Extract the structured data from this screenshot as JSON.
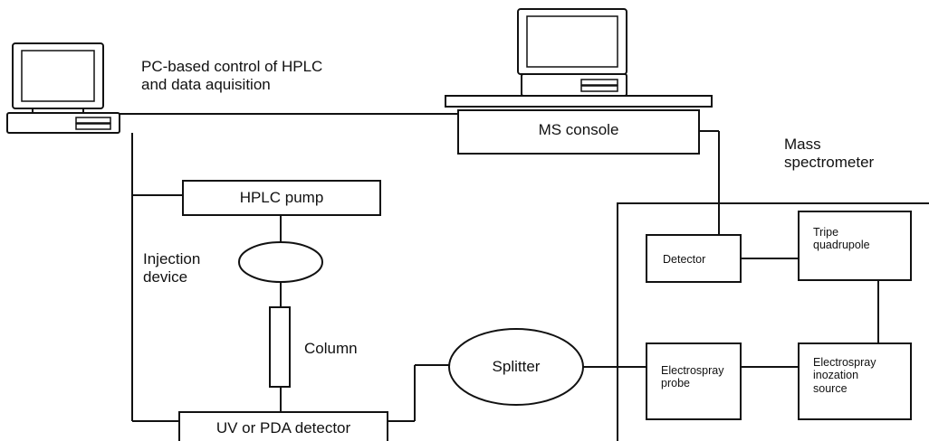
{
  "pc": {
    "caption": "PC-based control of HPLC\nand data aquisition"
  },
  "ms_console": {
    "label": "MS console"
  },
  "mass_spectrometer": {
    "label": "Mass\nspectrometer"
  },
  "hplc_pump": {
    "label": "HPLC pump"
  },
  "injection_device": {
    "label": "Injection\ndevice"
  },
  "column": {
    "label": "Column"
  },
  "splitter": {
    "label": "Splitter"
  },
  "uv_detector": {
    "label": "UV or PDA detector"
  },
  "ms_detector": {
    "label": "Detector"
  },
  "quadrupole": {
    "label": "Tripe\nquadrupole"
  },
  "electrospray_probe": {
    "label": "Electrospray\nprobe"
  },
  "ionization_source": {
    "label": "Electrospray\ninozation\nsource"
  }
}
